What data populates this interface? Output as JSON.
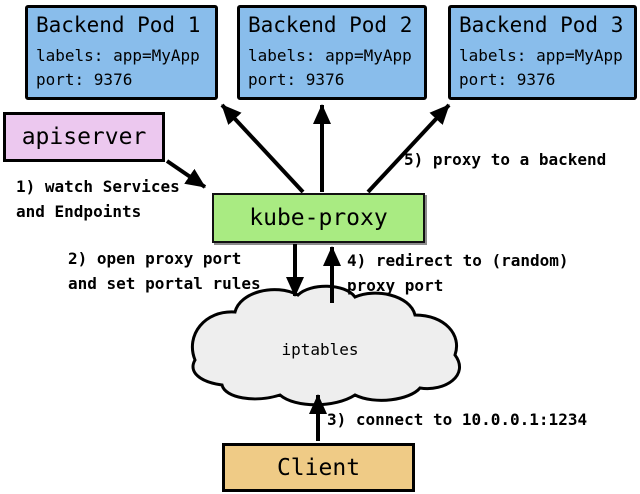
{
  "pods": [
    {
      "title": "Backend Pod 1",
      "labels_line": "labels: app=MyApp",
      "port_line": "port: 9376"
    },
    {
      "title": "Backend Pod 2",
      "labels_line": "labels: app=MyApp",
      "port_line": "port: 9376"
    },
    {
      "title": "Backend Pod 3",
      "labels_line": "labels: app=MyApp",
      "port_line": "port: 9376"
    }
  ],
  "nodes": {
    "apiserver": "apiserver",
    "kube_proxy": "kube-proxy",
    "iptables": "iptables",
    "client": "Client"
  },
  "steps": {
    "s1": "1) watch Services\nand Endpoints",
    "s2": "2) open proxy port\nand set portal rules",
    "s3": "3) connect to 10.0.0.1:1234",
    "s4": "4) redirect to (random)\nproxy port",
    "s5": "5) proxy to a backend"
  },
  "colors": {
    "pod_fill": "#89BDEB",
    "apiserver_fill": "#ECC8EF",
    "kube_proxy_fill": "#A9EB82",
    "client_fill": "#EFCB86",
    "cloud_fill": "#EEEEEE",
    "line": "#000000"
  }
}
